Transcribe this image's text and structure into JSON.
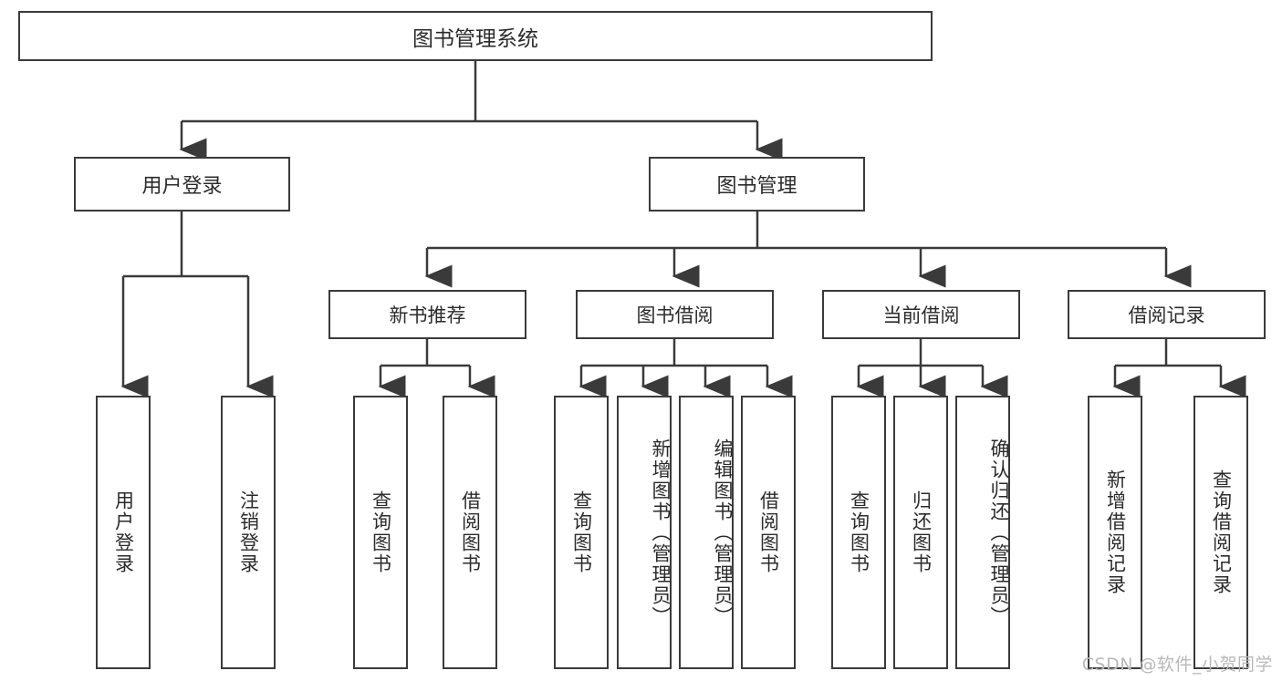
{
  "diagram": {
    "type": "hierarchy-tree",
    "title": "图书管理系统",
    "watermark": "CSDN @软件_小贺同学",
    "colors": {
      "stroke": "#3a3a3a",
      "fill": "#ffffff",
      "text": "#2b2b2b",
      "watermark": "#b9b9b9"
    },
    "nodes": {
      "root": {
        "label": "图书管理系统"
      },
      "level2": [
        {
          "label": "用户登录"
        },
        {
          "label": "图书管理"
        }
      ],
      "level3": [
        {
          "label": "新书推荐"
        },
        {
          "label": "图书借阅"
        },
        {
          "label": "当前借阅"
        },
        {
          "label": "借阅记录"
        }
      ],
      "leaves": {
        "user_login": [
          {
            "label": "用户登录"
          },
          {
            "label": "注销登录"
          }
        ],
        "new_book": [
          {
            "label": "查询图书"
          },
          {
            "label": "借阅图书"
          }
        ],
        "book_borrow": [
          {
            "label": "查询图书"
          },
          {
            "label": "新增图书（管理员）"
          },
          {
            "label": "编辑图书（管理员）"
          },
          {
            "label": "借阅图书"
          }
        ],
        "current_borrow": [
          {
            "label": "查询图书"
          },
          {
            "label": "归还图书"
          },
          {
            "label": "确认归还（管理员）"
          }
        ],
        "borrow_record": [
          {
            "label": "新增借阅记录"
          },
          {
            "label": "查询借阅记录"
          }
        ]
      }
    }
  }
}
